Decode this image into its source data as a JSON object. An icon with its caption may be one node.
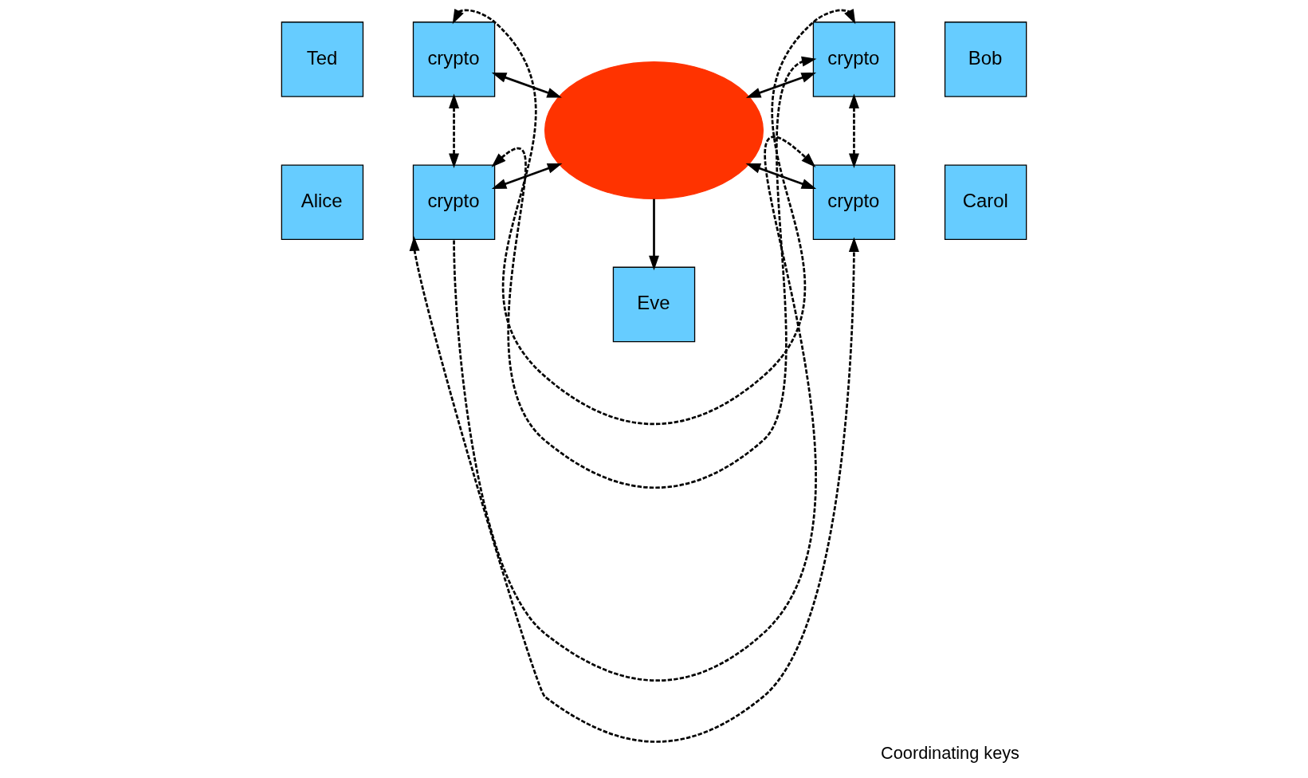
{
  "diagram": {
    "caption": "Coordinating keys",
    "nodes": [
      {
        "text": [
          "Ted"
        ]
      },
      {
        "text": [
          "crypto"
        ]
      },
      {
        "text": [
          "Alice"
        ]
      },
      {
        "text": [
          "crypto"
        ]
      },
      {
        "text": [],
        "shape": "cloud"
      },
      {
        "text": [
          "crypto"
        ]
      },
      {
        "text": [
          "Bob"
        ]
      },
      {
        "text": [
          "crypto"
        ]
      },
      {
        "text": [
          "Carol"
        ]
      },
      {
        "text": [
          "Eve"
        ]
      }
    ],
    "edges": [
      {
        "from": 1,
        "to": 4,
        "arrow": "both"
      },
      {
        "from": 3,
        "to": 4,
        "arrow": "both"
      },
      {
        "from": 4,
        "to": 5,
        "arrow": "both"
      },
      {
        "from": 4,
        "to": 7,
        "arrow": "both"
      },
      {
        "from": 4,
        "to": 9,
        "arrow": "to"
      },
      {
        "from": 1,
        "to": 5,
        "arrow": "both",
        "style": "dashed"
      },
      {
        "from": 1,
        "to": 3,
        "arrow": "both",
        "style": "dashed"
      },
      {
        "from": 3,
        "to": 5,
        "arrow": "both",
        "style": "dashed"
      },
      {
        "from": 3,
        "to": 7,
        "arrow": "to",
        "style": "dashed"
      },
      {
        "from": 3,
        "to": 7,
        "arrow": "both",
        "style": "dashed"
      },
      {
        "from": 5,
        "to": 7,
        "arrow": "both",
        "style": "dashed"
      }
    ]
  }
}
